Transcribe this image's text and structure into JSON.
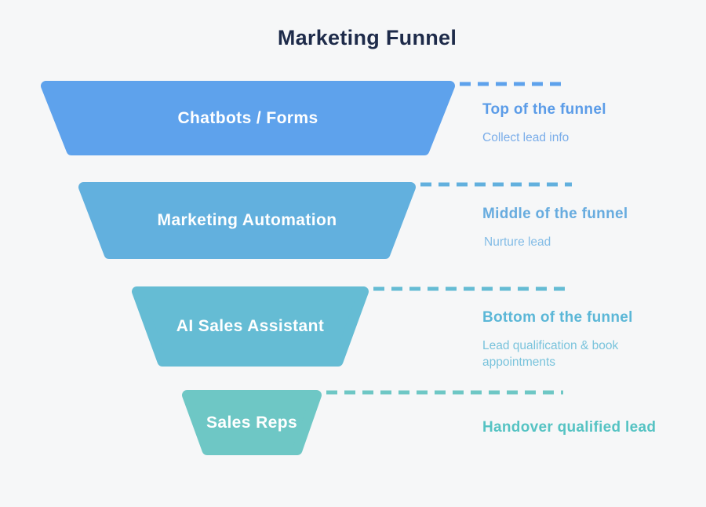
{
  "title": "Marketing Funnel",
  "title_color": "#1e2b4a",
  "background_color": "#f6f7f8",
  "funnel": {
    "label_text_color": "#ffffff",
    "stages": [
      {
        "label": "Chatbots / Forms",
        "color": "#5ea2ec",
        "annotation": {
          "heading": "Top of the funnel",
          "heading_color": "#5b9ce8",
          "description": "Collect lead info",
          "description_color": "#7aade9"
        }
      },
      {
        "label": "Marketing Automation",
        "color": "#62b0de",
        "annotation": {
          "heading": "Middle of the funnel",
          "heading_color": "#68acdf",
          "description": "Nurture lead",
          "description_color": "#83bce6"
        }
      },
      {
        "label": "AI Sales Assistant",
        "color": "#65bcd4",
        "annotation": {
          "heading": "Bottom of the funnel",
          "heading_color": "#5bb7d7",
          "description": "Lead qualification & book appointments",
          "description_color": "#79c3dc"
        }
      },
      {
        "label": "Sales Reps",
        "color": "#6ec7c5",
        "annotation": {
          "heading": "Handover qualified lead",
          "heading_color": "#55c3c3",
          "description": "",
          "description_color": "#55c3c3"
        }
      }
    ]
  }
}
